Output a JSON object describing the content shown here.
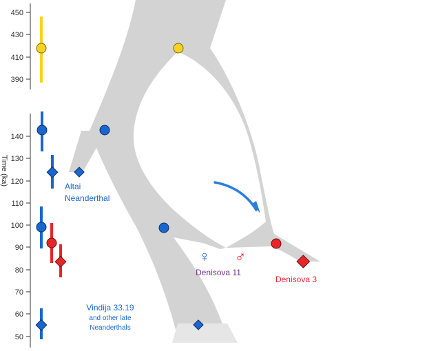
{
  "axis": {
    "upper_ticks": [
      "450",
      "430",
      "410",
      "390"
    ],
    "lower_ticks": [
      "140",
      "130",
      "120",
      "110",
      "100",
      "90",
      "80",
      "70",
      "60",
      "50"
    ],
    "unit_label": "Time (ka)"
  },
  "labels": {
    "altai_line1": "Altai",
    "altai_line2": "Neanderthal",
    "vindija_line1": "Vindija 33.19",
    "vindija_line2": "and other late",
    "vindija_line3": "Neanderthals",
    "denisova11": "Denisova 11",
    "denisova3": "Denisova 3",
    "female_symbol": "♀",
    "male_symbol": "♂"
  },
  "colors": {
    "branch": "#d3d3d3",
    "neanderthal": "#1a66d0",
    "denisovan": "#e8262a",
    "ancestral": "#f7d21e",
    "denisova11": "#7a2a8c",
    "axis": "#333333"
  }
}
